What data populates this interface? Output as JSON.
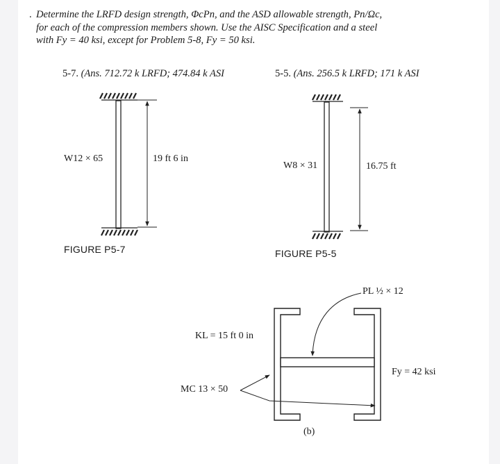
{
  "problem": {
    "line1": "Determine the LRFD design strength, ΦcPn, and the ASD allowable strength, Pn/Ωc,",
    "line2": "for each of the compression members shown. Use the AISC Specification and a steel",
    "line3": "with Fy = 40 ksi, except for Problem 5-8, Fy = 50 ksi."
  },
  "fig57": {
    "number": "5-7.",
    "answer": "(Ans. 712.72 k LRFD; 474.84 k ASI",
    "section": "W12 × 65",
    "length": "19 ft 6 in",
    "caption": "FIGURE P5-7"
  },
  "fig55": {
    "number": "5-5.",
    "answer": "(Ans. 256.5 k LRFD; 171 k ASI",
    "section": "W8 × 31",
    "length": "16.75 ft",
    "caption": "FIGURE P5-5"
  },
  "figb": {
    "plate": "PL ½ × 12",
    "kl": "KL = 15 ft 0 in",
    "channel": "MC 13 × 50",
    "fy": "Fy = 42 ksi",
    "caption": "(b)"
  }
}
